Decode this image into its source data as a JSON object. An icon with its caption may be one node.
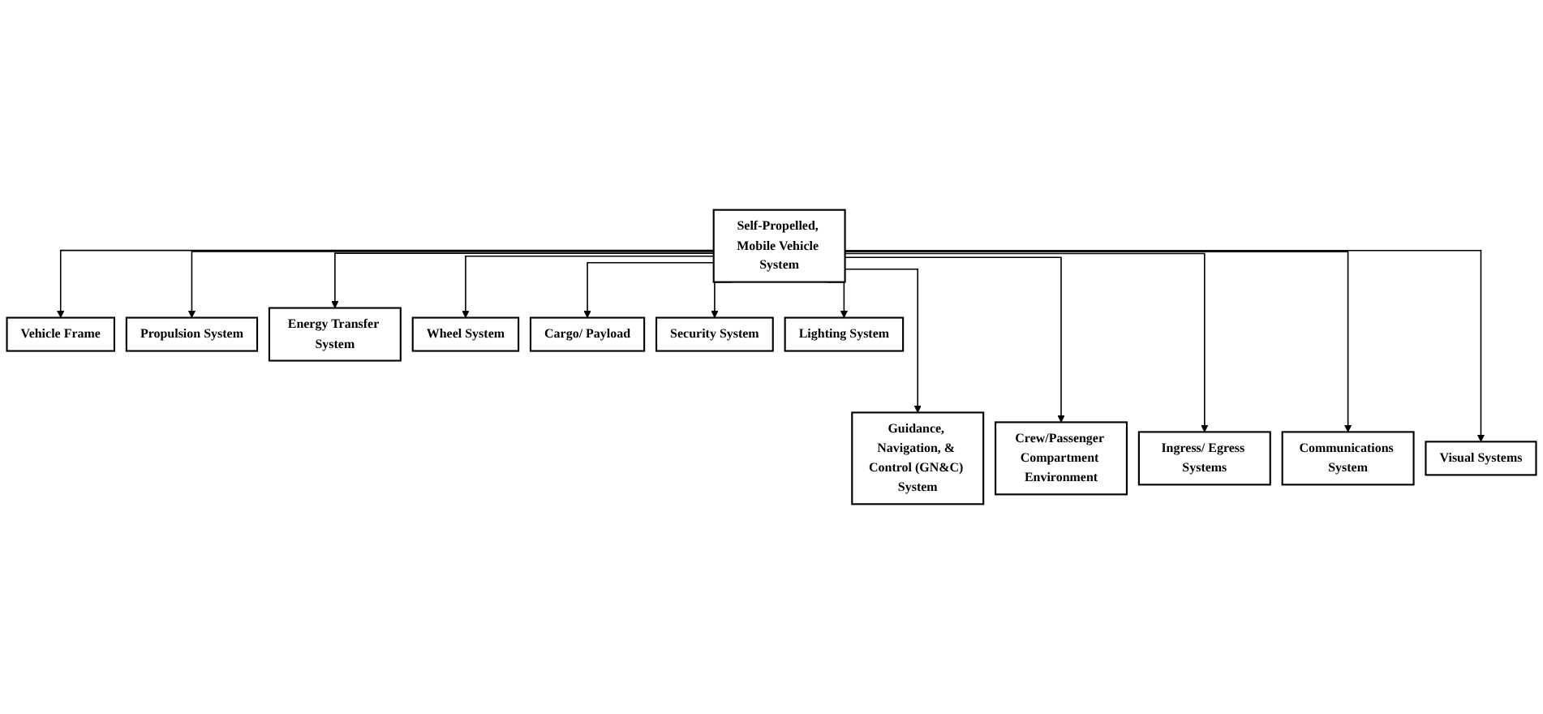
{
  "diagram": {
    "nodes": [
      {
        "text": [
          "Self-Propelled, Mobile Vehicle System"
        ]
      },
      {
        "text": [
          "Vehicle Frame"
        ]
      },
      {
        "text": [
          "Propulsion System"
        ]
      },
      {
        "text": [
          "Energy Transfer System"
        ]
      },
      {
        "text": [
          "Wheel System"
        ]
      },
      {
        "text": [
          "Cargo/ Payload"
        ]
      },
      {
        "text": [
          "Security System"
        ]
      },
      {
        "text": [
          "Lighting System"
        ]
      },
      {
        "text": [
          "Guidance, Navigation, & Control (GN&C) System"
        ]
      },
      {
        "text": [
          "Crew/Passenger Compartment Environment"
        ]
      },
      {
        "text": [
          "Ingress/ Egress Systems"
        ]
      },
      {
        "text": [
          "Communications System"
        ]
      },
      {
        "text": [
          "Visual Systems"
        ]
      }
    ],
    "edges": [
      {
        "from": 0,
        "to": 1,
        "arrow": "to"
      },
      {
        "from": 0,
        "to": 8,
        "arrow": "to"
      },
      {
        "from": 0,
        "to": 2,
        "arrow": "to"
      },
      {
        "from": 0,
        "to": 9,
        "arrow": "to"
      },
      {
        "from": 0,
        "to": 3,
        "arrow": "to"
      },
      {
        "from": 0,
        "to": 10,
        "arrow": "to"
      },
      {
        "from": 0,
        "to": 4,
        "arrow": "to"
      },
      {
        "from": 0,
        "to": 11,
        "arrow": "to"
      },
      {
        "from": 0,
        "to": 5,
        "arrow": "to"
      },
      {
        "from": 0,
        "to": 6,
        "arrow": "to"
      },
      {
        "from": 0,
        "to": 12,
        "arrow": "to"
      },
      {
        "from": 0,
        "to": 7,
        "arrow": "to"
      }
    ]
  }
}
